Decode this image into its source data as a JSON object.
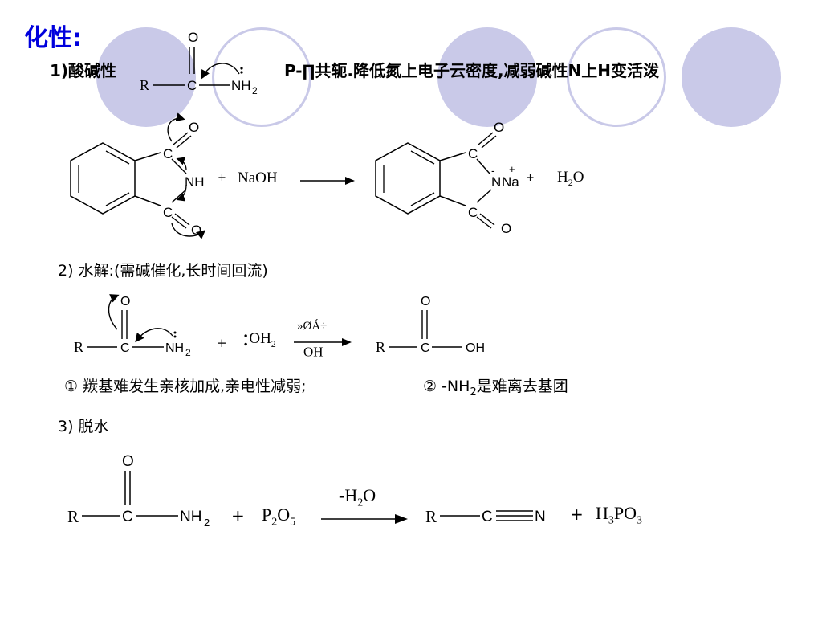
{
  "title": "化性:",
  "section1": {
    "label": "1)酸碱性",
    "note": "P-∏共轭.降低氮上电子云密度,减弱碱性N上H变活泼",
    "amide": {
      "o": "O",
      "r": "R",
      "c": "C",
      "n": "NH",
      "sub2": "2"
    },
    "reactant": {
      "c_top": "C",
      "o_top": "O",
      "nh": "NH",
      "c_bot": "C",
      "o_bot": "O"
    },
    "plus1": "+",
    "naoh": "NaOH",
    "product": {
      "c_top": "C",
      "o_top": "O",
      "n": "N",
      "na": "Na",
      "minus": "-",
      "plus": "+",
      "c_bot": "C",
      "o_bot": "O"
    },
    "plus2": "+",
    "water": {
      "h": "H",
      "sub": "2",
      "o": "O"
    }
  },
  "section2": {
    "label": "2) 水解:(需碱催化,长时间回流)",
    "amide": {
      "o": "O",
      "r": "R",
      "c": "C",
      "n": "NH",
      "sub2": "2"
    },
    "plus": "+",
    "water": {
      "colon": ":",
      "oh": "OH",
      "sub": "2"
    },
    "arrow_top": "»ØÁ÷",
    "arrow_bottom": "OH",
    "arrow_bottom_sup": "-",
    "acid": {
      "o": "O",
      "r": "R",
      "c": "C",
      "oh": "OH"
    },
    "note1": "① 羰基难发生亲核加成,亲电性减弱;",
    "note2_prefix": "② -NH",
    "note2_sub": "2",
    "note2_suffix": "是难离去基团"
  },
  "section3": {
    "label": "3) 脱水",
    "amide": {
      "o": "O",
      "r": "R",
      "c": "C",
      "n": "NH",
      "sub2": "2"
    },
    "plus1": "+",
    "p2o5": {
      "p": "P",
      "sub_p": "2",
      "o": "O",
      "sub_o": "5"
    },
    "arrow_top_prefix": "-H",
    "arrow_top_sub": "2",
    "arrow_top_suffix": "O",
    "nitrile": {
      "r": "R",
      "c": "C",
      "n": "N"
    },
    "plus2": "+",
    "h3po3": {
      "h": "H",
      "sub_h": "3",
      "p": "PO",
      "sub_o": "3"
    }
  },
  "colors": {
    "title": "#0000dd",
    "circle": "#c9c9e8"
  }
}
